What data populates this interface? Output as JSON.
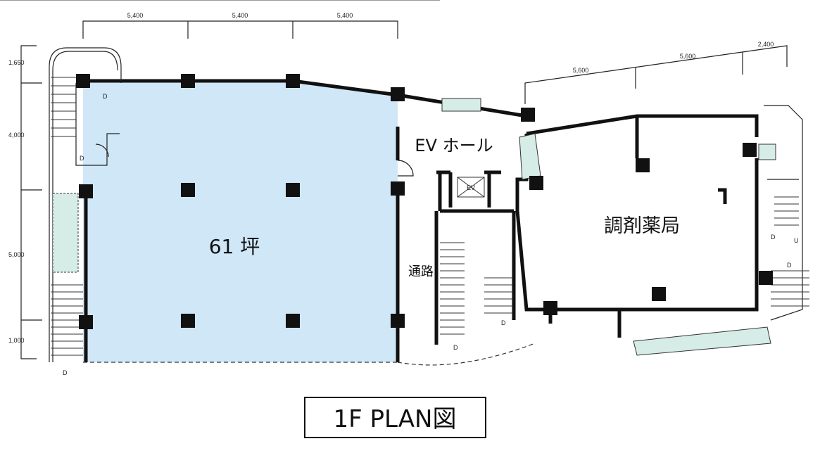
{
  "plan": {
    "title": "1F PLAN図",
    "rooms": {
      "tenant_area": "61 坪",
      "ev_hall": "EV ホール",
      "corridor": "通路",
      "pharmacy": "調剤薬局",
      "elevator": "EV"
    },
    "dimensions": {
      "top": [
        "5,400",
        "5,400",
        "5,400"
      ],
      "right_top": [
        "5,600",
        "5,600",
        "2,400"
      ],
      "left": [
        "1,650",
        "4,000",
        "5,000",
        "1,000"
      ]
    },
    "stair_marks": {
      "down": "D",
      "up": "U"
    },
    "colors": {
      "tenant_fill": "#cfe7f7",
      "planter_fill": "#d6ece6",
      "wall": "#111111"
    }
  }
}
